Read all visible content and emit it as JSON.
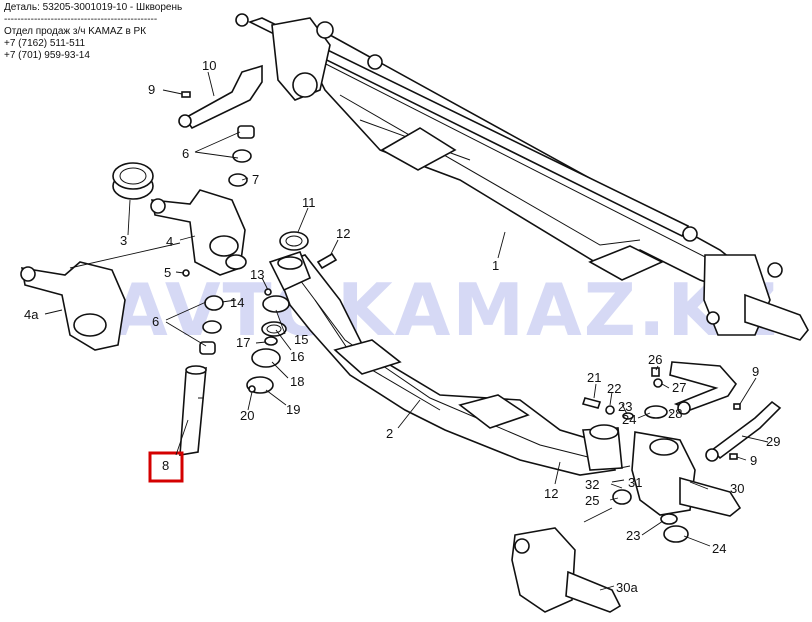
{
  "header": {
    "title": "Деталь: 53205-3001019-10 - Шкворень",
    "separator": "----------------------------------------------",
    "dept": "Отдел продаж з/ч KAMAZ в РК",
    "phone1": "+7 (7162) 511-511",
    "phone2": "+7 (701) 959-93-14"
  },
  "watermark": "AVTOKAMAZ.KZ",
  "colors": {
    "highlight": "#d40000",
    "watermark": "#c9cdf2",
    "ink": "#111111"
  },
  "labels": {
    "p1": "1",
    "p2": "2",
    "p3": "3",
    "p4": "4",
    "p4a": "4а",
    "p5": "5",
    "p6a": "6",
    "p6b": "6",
    "p7": "7",
    "p8": "8",
    "p9a": "9",
    "p9b": "9",
    "p9c": "9",
    "p10": "10",
    "p11": "11",
    "p12a": "12",
    "p12b": "12",
    "p13": "13",
    "p14": "14",
    "p15": "15",
    "p16": "16",
    "p17": "17",
    "p18": "18",
    "p19": "19",
    "p20": "20",
    "p21": "21",
    "p22": "22",
    "p23a": "23",
    "p23b": "23",
    "p24a": "24",
    "p24b": "24",
    "p25": "25",
    "p26": "26",
    "p27": "27",
    "p28": "28",
    "p29": "29",
    "p30": "30",
    "p30a": "30а",
    "p31": "31",
    "p32": "32"
  }
}
